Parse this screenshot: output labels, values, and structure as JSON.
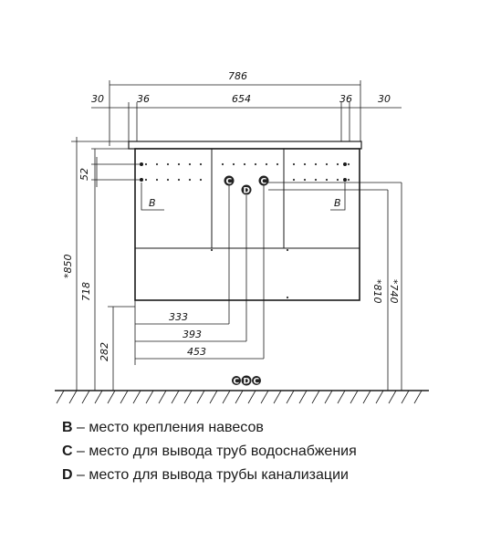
{
  "dimensions": {
    "overall_width": "786",
    "left_margin": "30",
    "left_inset": "36",
    "span_center": "654",
    "right_inset": "36",
    "right_margin": "30",
    "top_offset": "52",
    "total_height": "*850",
    "body_height": "718",
    "pipe_height": "282",
    "offset_333": "333",
    "offset_393": "393",
    "offset_453": "453",
    "right_height_1": "*810",
    "right_height_2": "*740"
  },
  "markers": {
    "b_left": "B",
    "b_right": "B",
    "c_left": "C",
    "d_center": "D",
    "c_right": "C",
    "c_floor_left": "C",
    "d_floor": "D",
    "c_floor_right": "C"
  },
  "legend": [
    {
      "key": "B",
      "text": " – место крепления навесов"
    },
    {
      "key": "C",
      "text": " – место для вывода труб водоснабжения"
    },
    {
      "key": "D",
      "text": " – место для вывода трубы канализации"
    }
  ],
  "colors": {
    "line": "#1a1a1a",
    "marker_fill": "#222222"
  }
}
